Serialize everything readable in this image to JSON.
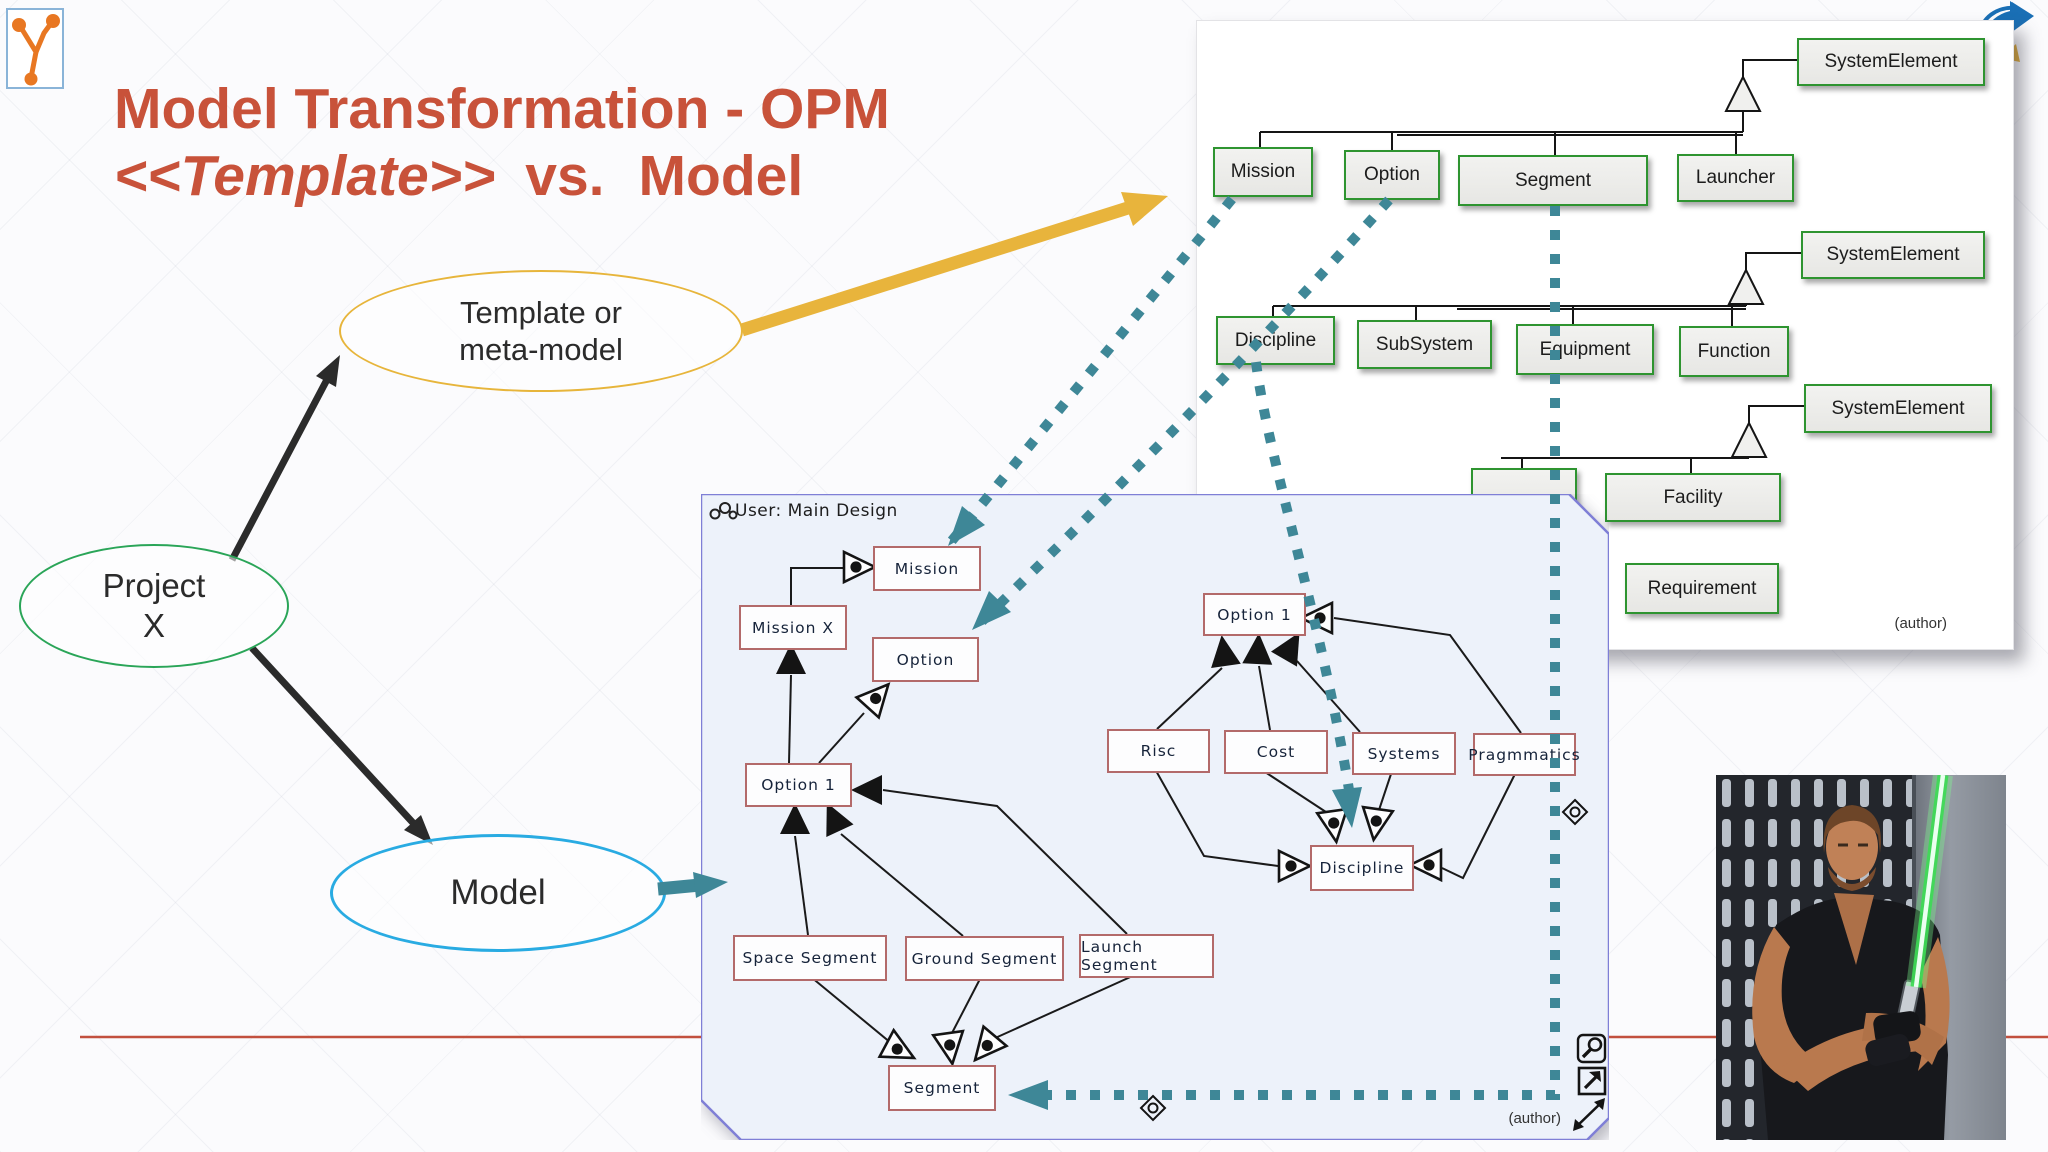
{
  "title": {
    "line1": "Model Transformation - OPM",
    "line2_em": "<<Template>>",
    "line2_vs": "vs.",
    "line2_model": "Model"
  },
  "ellipses": {
    "template": {
      "line1": "Template or",
      "line2": "meta-model"
    },
    "project": {
      "line1": "Project",
      "line2": "X"
    },
    "model": {
      "label": "Model"
    }
  },
  "template_diagram": {
    "nodes": {
      "system_element_1": "SystemElement",
      "mission": "Mission",
      "option": "Option",
      "segment": "Segment",
      "launcher": "Launcher",
      "system_element_2": "SystemElement",
      "discipline": "Discipline",
      "subsystem": "SubSystem",
      "equipment": "Equipment",
      "function": "Function",
      "system_element_3": "SystemElement",
      "facility": "Facility",
      "requirement": "Requirement"
    },
    "credit": "(author)"
  },
  "model_diagram": {
    "header": "User: Main Design",
    "nodes": {
      "mission": "Mission",
      "mission_x": "Mission X",
      "option": "Option",
      "option_1_left": "Option 1",
      "space_segment": "Space Segment",
      "ground_segment": "Ground Segment",
      "launch_segment": "Launch Segment",
      "segment": "Segment",
      "option_1_right": "Option 1",
      "risc": "Risc",
      "cost": "Cost",
      "systems": "Systems",
      "pragmmatics": "Pragmmatics",
      "discipline": "Discipline"
    },
    "credit": "(author)"
  },
  "photo": {
    "alt": "Man in black vest holding a green lightsaber in front of a slotted wall"
  },
  "icons": {
    "logo": "y-network-logo",
    "top_right": "transform-sync-icon",
    "panel_header": "molecule-icon",
    "zoom": "zoom-tool-icon",
    "export": "export-tool-icon",
    "resize": "resize-handle-icon",
    "anchor": "anchor-diamond-icon"
  },
  "colors": {
    "title": "#c8523a",
    "yellow_arrow": "#e8b43c",
    "teal": "#3e8797",
    "template_box_border": "#2e9430",
    "model_box_border": "#b36a6a",
    "panel_border": "#7f7fd6",
    "project_ellipse": "#2aa558",
    "model_ellipse": "#29abe2",
    "template_ellipse": "#e7b53b",
    "red_line": "#c2503e",
    "logo_orange": "#e87722"
  }
}
